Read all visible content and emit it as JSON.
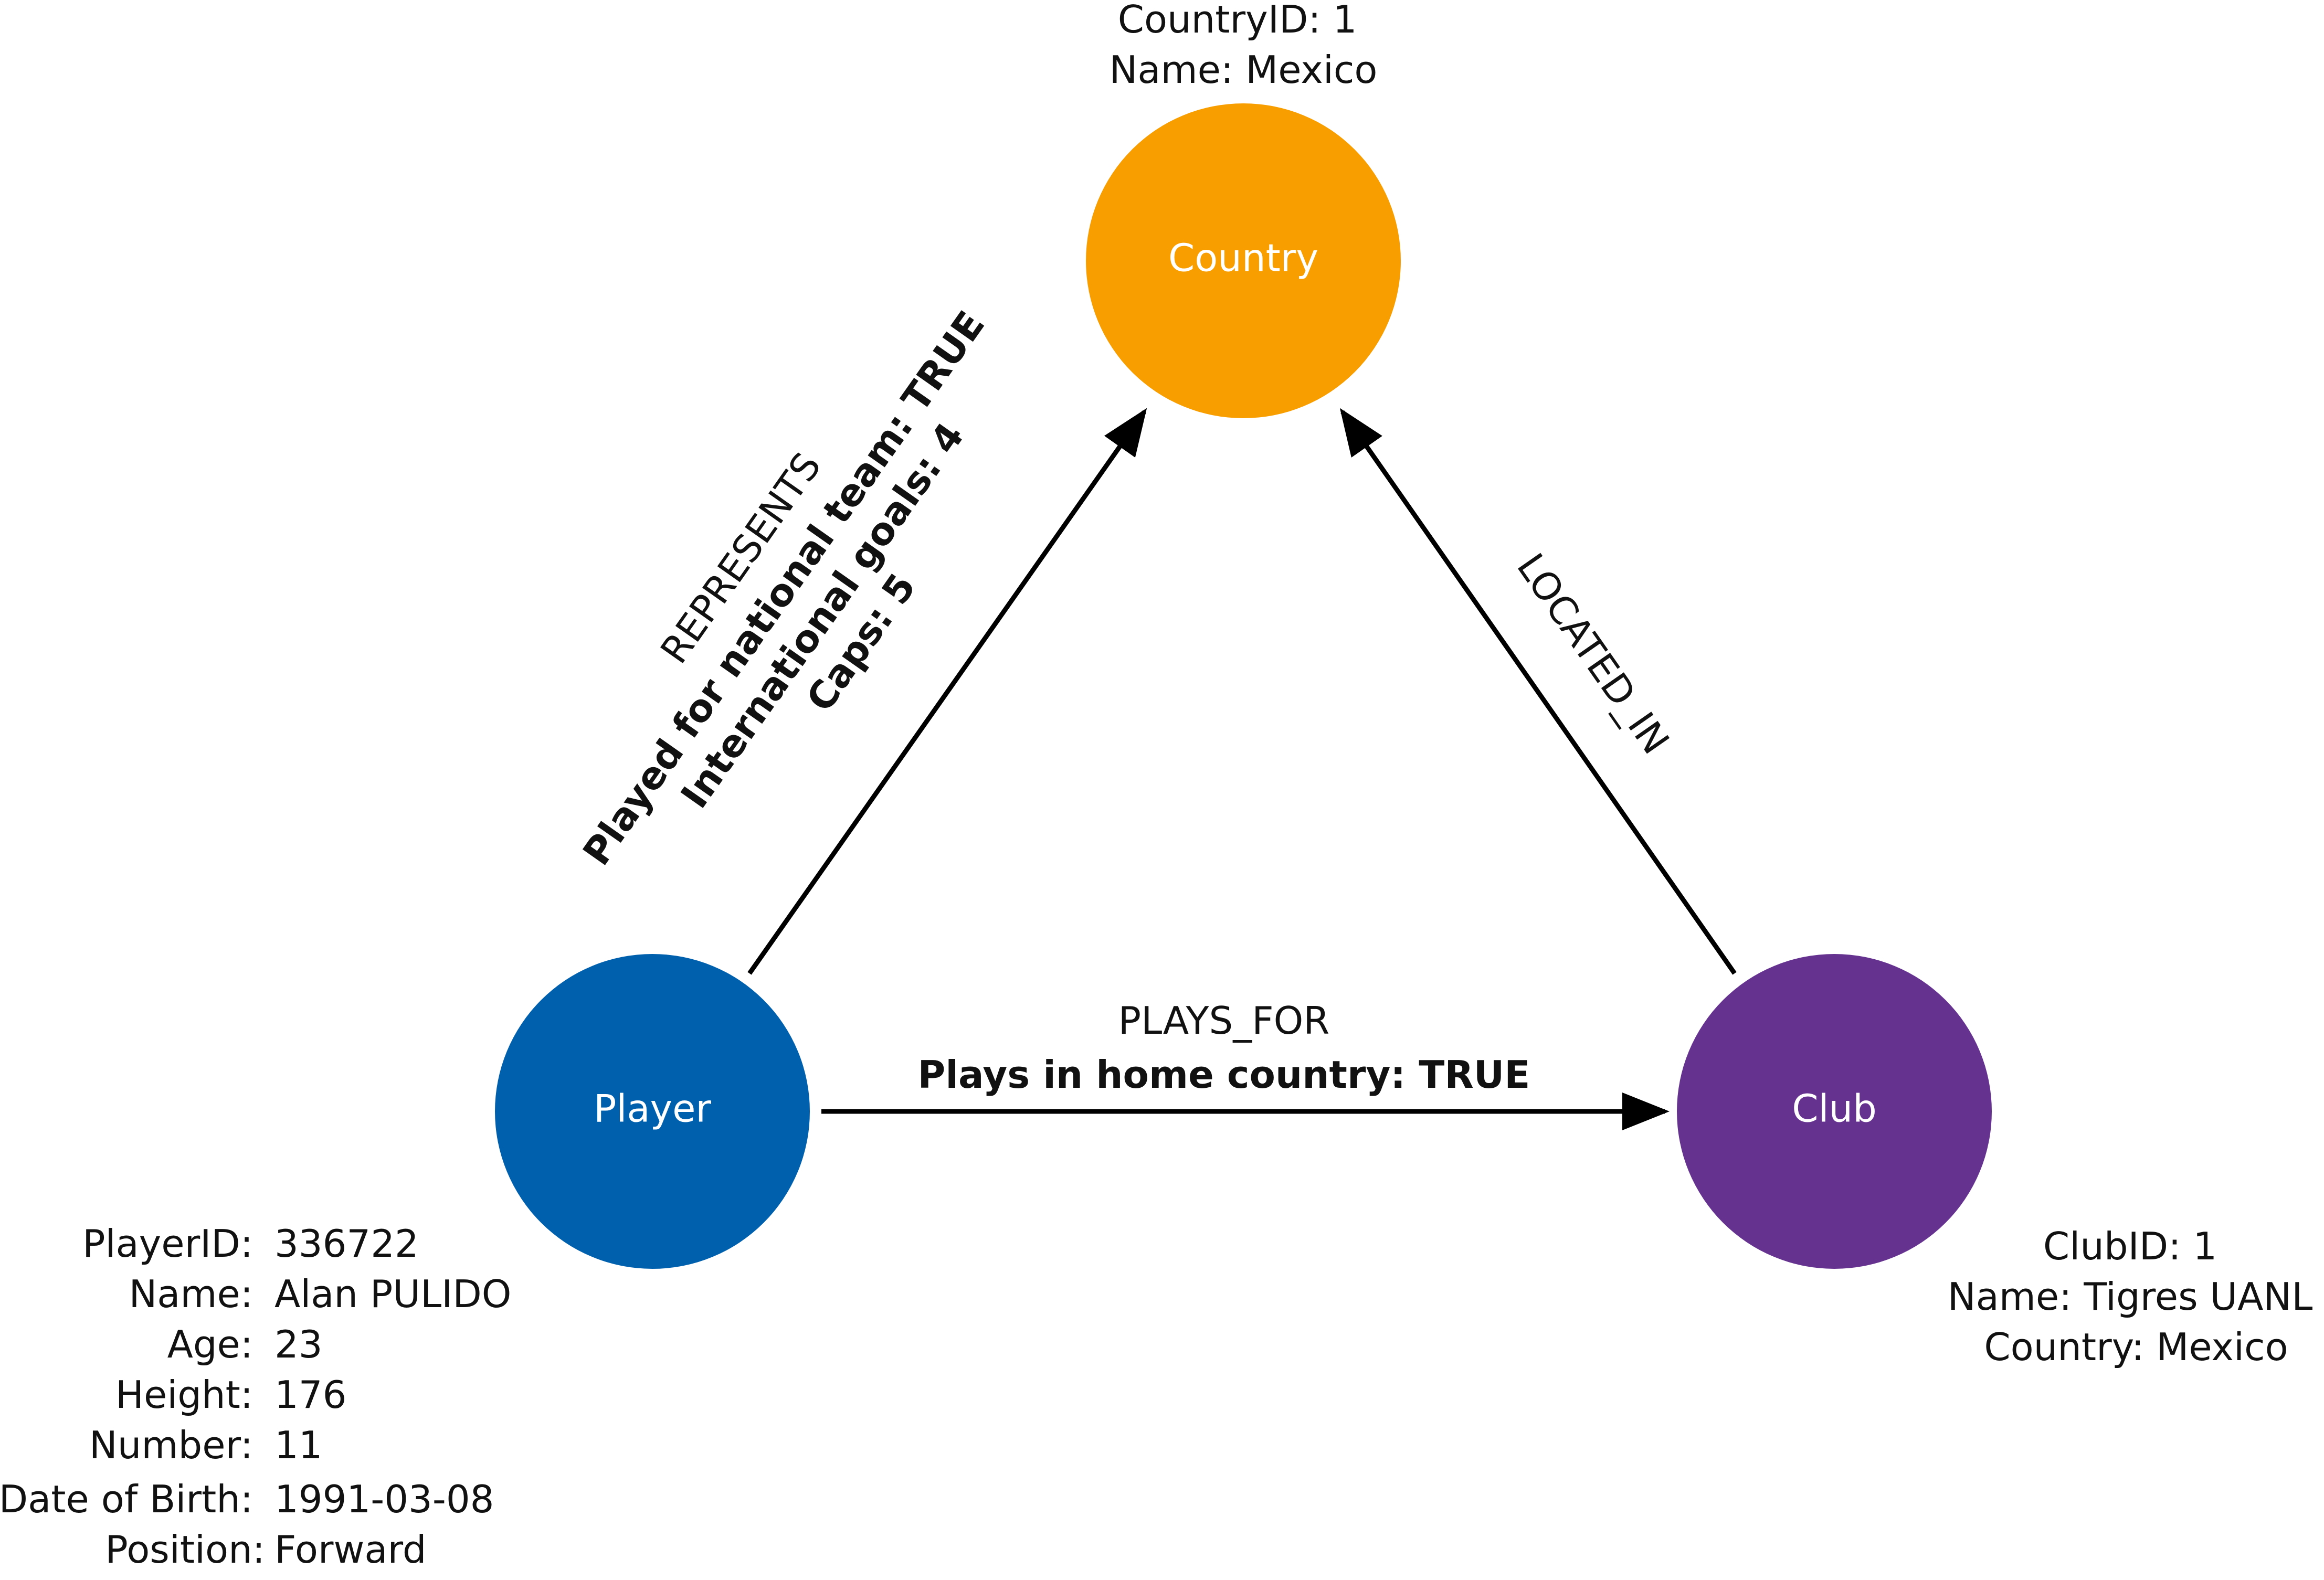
{
  "nodes": {
    "country": {
      "label": "Country",
      "color": "#F89E00",
      "attributes": [
        "CountryID: 1",
        "Name: Mexico"
      ]
    },
    "player": {
      "label": "Player",
      "color": "#0060AE",
      "attributes": [
        {
          "key": "PlayerID:",
          "value": "336722"
        },
        {
          "key": "Name:",
          "value": "Alan PULIDO"
        },
        {
          "key": "Age:",
          "value": "23"
        },
        {
          "key": "Height:",
          "value": "176"
        },
        {
          "key": "Number:",
          "value": "11"
        },
        {
          "key": "Date of Birth:",
          "value": "1991-03-08"
        },
        {
          "key": "Position:",
          "value": "Forward"
        }
      ]
    },
    "club": {
      "label": "Club",
      "color": "#653290",
      "attributes": [
        "ClubID: 1",
        "Name: Tigres UANL",
        "Country: Mexico"
      ]
    }
  },
  "edges": {
    "represents": {
      "type": "REPRESENTS",
      "properties": [
        "Played for national team: TRUE",
        "International goals: 4",
        "Caps: 5"
      ]
    },
    "plays_for": {
      "type": "PLAYS_FOR",
      "properties": [
        "Plays in home country: TRUE"
      ]
    },
    "located_in": {
      "type": "LOCATED_IN",
      "properties": []
    }
  },
  "colors": {
    "edge": "#000000",
    "text": "#111111"
  }
}
